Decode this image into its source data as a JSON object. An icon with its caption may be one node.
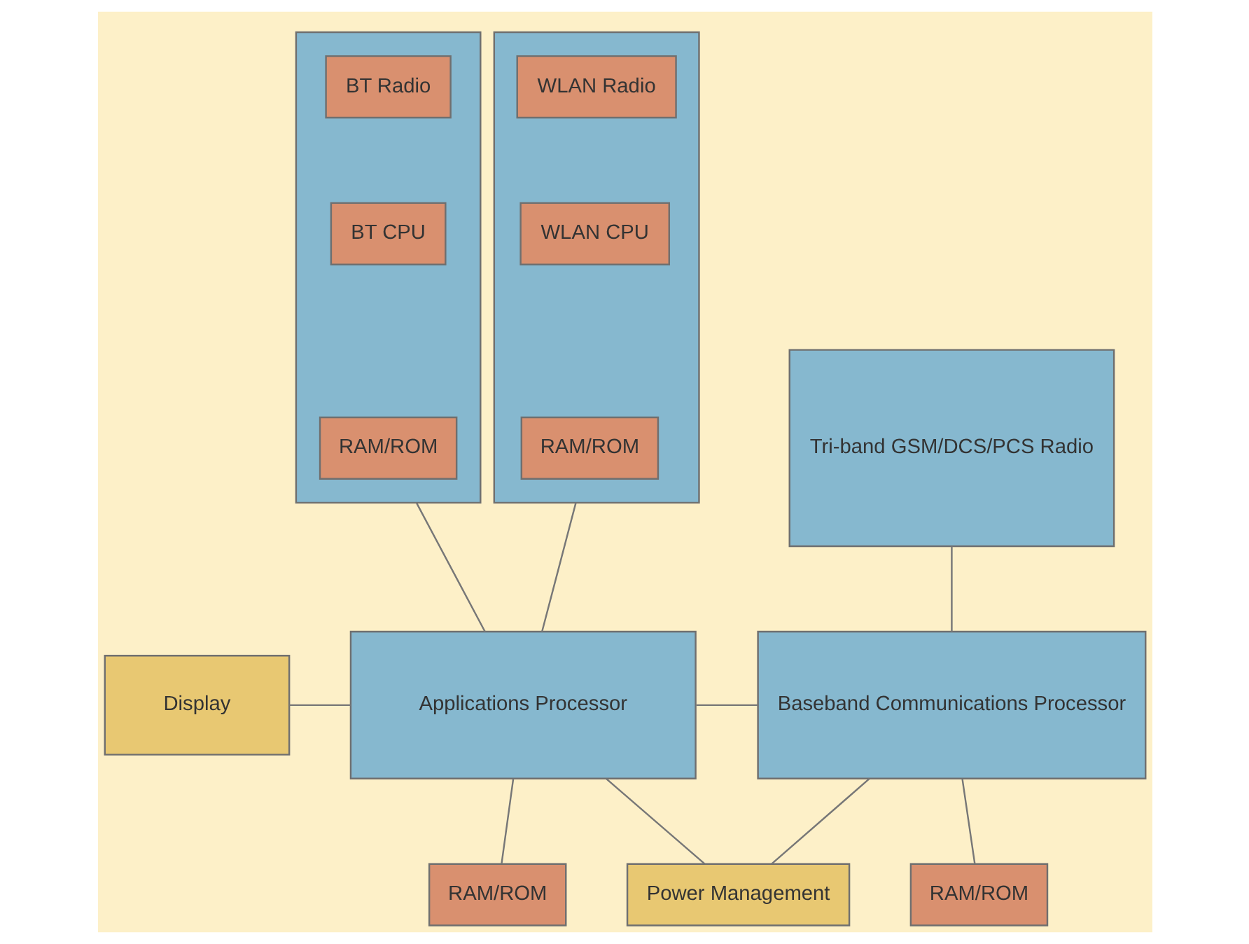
{
  "diagram": {
    "nodes": [
      {
        "text": [],
        "shape": "box"
      },
      {
        "text": [
          "BT Radio"
        ],
        "in": 0
      },
      {
        "text": [
          "BT CPU"
        ],
        "in": 0
      },
      {
        "text": [
          "RAM/ROM"
        ],
        "in": 0
      },
      {
        "text": [],
        "shape": "box"
      },
      {
        "text": [
          "WLAN Radio"
        ],
        "in": 4
      },
      {
        "text": [
          "WLAN CPU"
        ],
        "in": 4
      },
      {
        "text": [
          "RAM/ROM"
        ],
        "in": 4
      },
      {
        "text": [
          "Tri-band GSM/DCS/PCS Radio"
        ]
      },
      {
        "text": [
          "Display"
        ]
      },
      {
        "text": [
          "Applications Processor"
        ]
      },
      {
        "text": [
          "Baseband Communications Processor"
        ]
      },
      {
        "text": [
          "RAM/ROM"
        ]
      },
      {
        "text": [
          "Power Management"
        ]
      },
      {
        "text": [
          "RAM/ROM"
        ]
      }
    ],
    "edges": [
      {
        "from": 0,
        "to": 10,
        "arrow": "none"
      },
      {
        "from": 4,
        "to": 10,
        "arrow": "none"
      },
      {
        "from": 8,
        "to": 11,
        "arrow": "none"
      },
      {
        "from": 9,
        "to": 10,
        "arrow": "none"
      },
      {
        "from": 10,
        "to": 11,
        "arrow": "none"
      },
      {
        "from": 10,
        "to": 13,
        "arrow": "none"
      },
      {
        "from": 11,
        "to": 13,
        "arrow": "none"
      },
      {
        "from": 10,
        "to": 12,
        "arrow": "none"
      },
      {
        "from": 11,
        "to": 14,
        "arrow": "none"
      }
    ]
  }
}
